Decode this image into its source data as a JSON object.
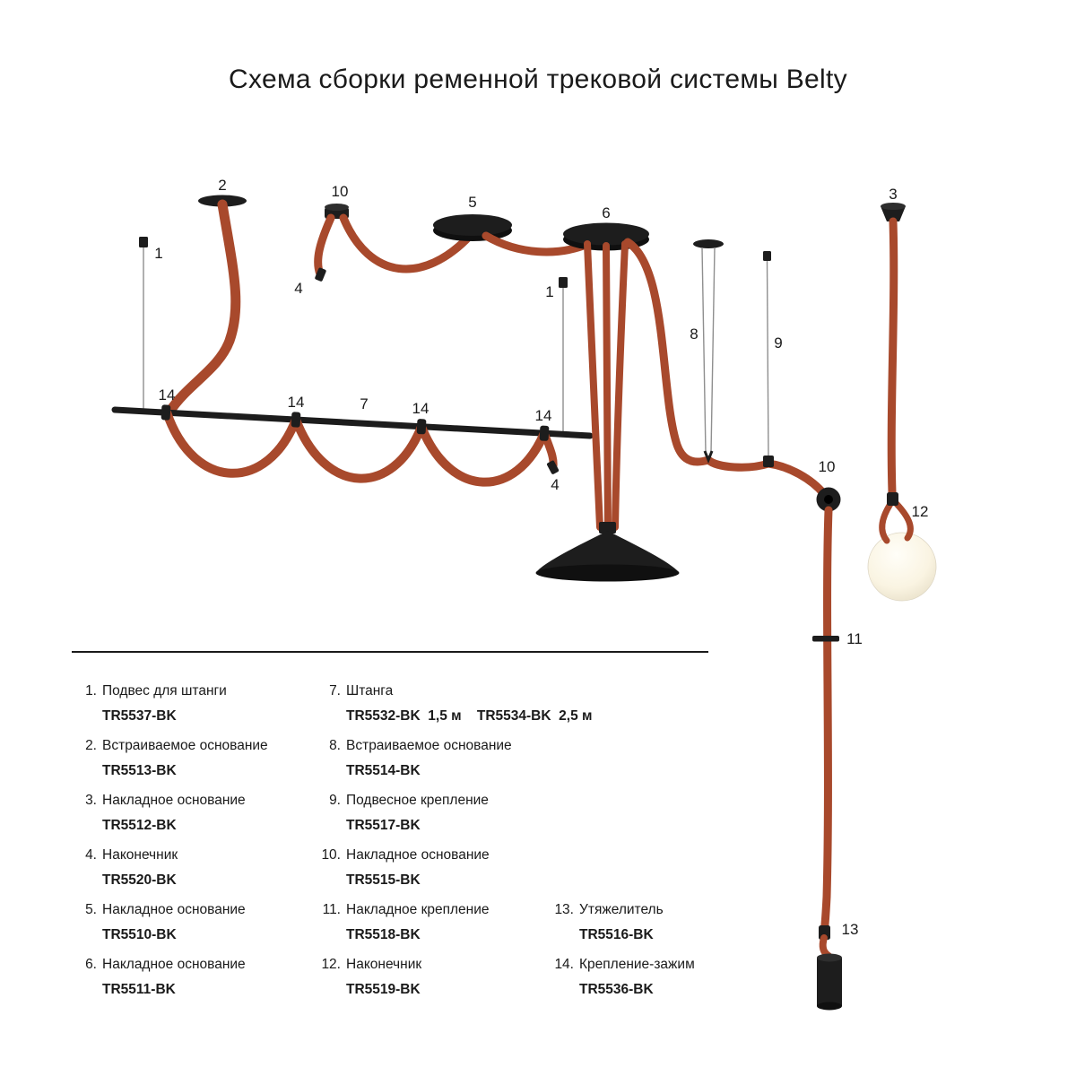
{
  "title": "Схема сборки ременной трековой системы Belty",
  "colors": {
    "belt": "#a8492c",
    "metal": "#1d1d1d",
    "wire": "#8f8f8f",
    "text": "#1a1a1a"
  },
  "labels": {
    "n1": "1",
    "n2": "2",
    "n3": "3",
    "n4": "4",
    "n5": "5",
    "n6": "6",
    "n7": "7",
    "n8": "8",
    "n9": "9",
    "n10": "10",
    "n11": "11",
    "n12": "12",
    "n13": "13",
    "n14": "14"
  },
  "parts": {
    "col1": [
      {
        "num": "1.",
        "name": "Подвес для штанги",
        "code": "TR5537-BK"
      },
      {
        "num": "2.",
        "name": "Встраиваемое основание",
        "code": "TR5513-BK"
      },
      {
        "num": "3.",
        "name": "Накладное основание",
        "code": "TR5512-BK"
      },
      {
        "num": "4.",
        "name": "Наконечник",
        "code": "TR5520-BK"
      },
      {
        "num": "5.",
        "name": "Накладное основание",
        "code": "TR5510-BK"
      },
      {
        "num": "6.",
        "name": "Накладное основание",
        "code": "TR5511-BK"
      }
    ],
    "col2": [
      {
        "num": "7.",
        "name": "Штанга",
        "code": "TR5532-BK  1,5 м    TR5534-BK  2,5 м"
      },
      {
        "num": "8.",
        "name": "Встраиваемое основание",
        "code": "TR5514-BK"
      },
      {
        "num": "9.",
        "name": "Подвесное крепление",
        "code": "TR5517-BK"
      },
      {
        "num": "10.",
        "name": "Накладное основание",
        "code": "TR5515-BK"
      },
      {
        "num": "11.",
        "name": "Накладное крепление",
        "code": "TR5518-BK"
      },
      {
        "num": "12.",
        "name": "Наконечник",
        "code": "TR5519-BK"
      }
    ],
    "col3": [
      {
        "num": "13.",
        "name": "Утяжелитель",
        "code": "TR5516-BK"
      },
      {
        "num": "14.",
        "name": "Крепление-зажим",
        "code": "TR5536-BK"
      }
    ]
  }
}
